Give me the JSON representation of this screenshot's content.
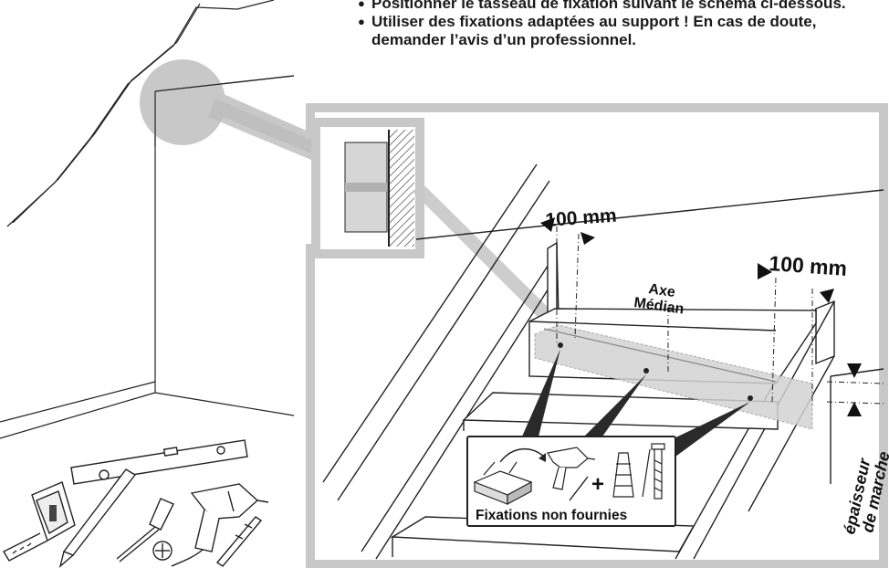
{
  "instructions": [
    "Positionner le tasseau de fixation suivant le schéma ci-dessous.",
    "Utiliser des fixations adaptées au support ! En cas de doute, demander l’avis d’un professionnel."
  ],
  "labels": {
    "dim_left": "100 mm",
    "dim_right": "100 mm",
    "axis_line1": "Axe",
    "axis_line2": "Médian",
    "step_thickness_line1": "épaisseur",
    "step_thickness_line2": "de marche",
    "fixings": "Fixations non fournies"
  },
  "tools": [
    "tape-measure-icon",
    "pencil-icon",
    "screwdriver-icon",
    "phillips-bit-icon",
    "drill-icon",
    "drill-bit-icon",
    "spirit-level-icon"
  ]
}
